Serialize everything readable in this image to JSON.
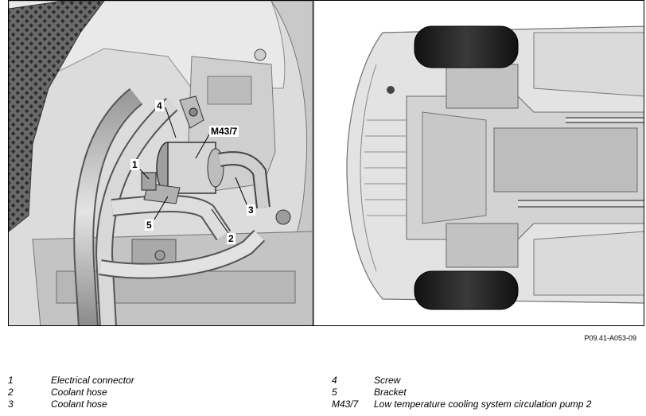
{
  "callouts": {
    "c1": "1",
    "c2": "2",
    "c3": "3",
    "c4": "4",
    "c5": "5",
    "cM": "M43/7"
  },
  "figure_id": "P09.41-A053-09",
  "legend": {
    "left": [
      {
        "key": "1",
        "desc": "Electrical connector"
      },
      {
        "key": "2",
        "desc": "Coolant hose"
      },
      {
        "key": "3",
        "desc": "Coolant hose"
      }
    ],
    "right": [
      {
        "key": "4",
        "desc": "Screw"
      },
      {
        "key": "5",
        "desc": "Bracket"
      },
      {
        "key": "M43/7",
        "desc": "Low temperature cooling system circulation pump 2"
      }
    ]
  }
}
